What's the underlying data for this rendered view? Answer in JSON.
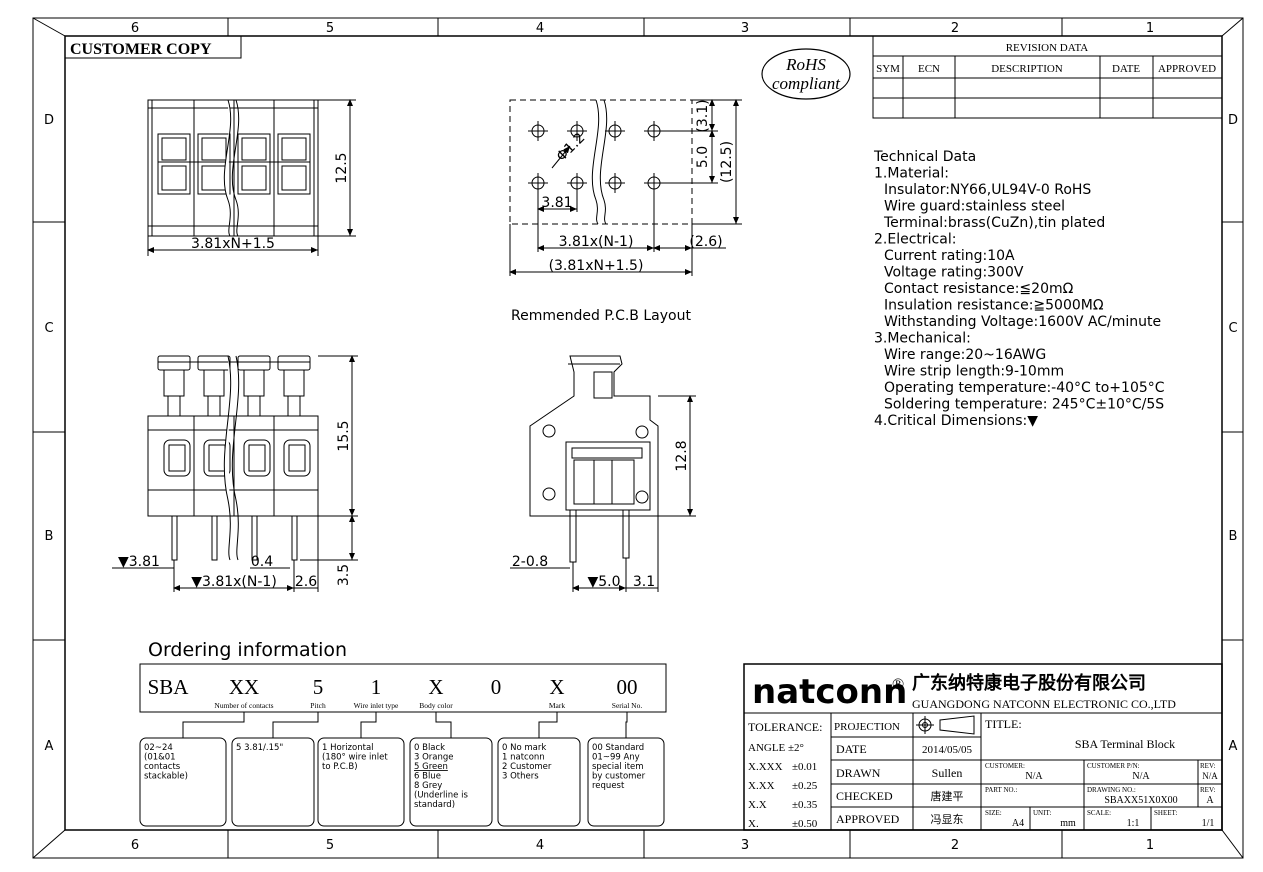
{
  "zones": {
    "cols": [
      "6",
      "5",
      "4",
      "3",
      "2",
      "1"
    ],
    "rows": [
      "D",
      "C",
      "B",
      "A"
    ]
  },
  "customer_copy": "CUSTOMER COPY",
  "rohs": {
    "line1": "RoHS",
    "line2": "compliant"
  },
  "revision": {
    "title": "REVISION DATA",
    "headers": [
      "SYM",
      "ECN",
      "DESCRIPTION",
      "DATE",
      "APPROVED"
    ]
  },
  "technical_data": [
    "Technical Data",
    "1.Material:",
    "  Insulator:NY66,UL94V-0 RoHS",
    "  Wire guard:stainless steel",
    "  Terminal:brass(CuZn),tin plated",
    "2.Electrical:",
    "  Current rating:10A",
    "  Voltage rating:300V",
    "  Contact resistance:≦20mΩ",
    "  Insulation resistance:≧5000MΩ",
    "  Withstanding Voltage:1600V AC/minute",
    "3.Mechanical:",
    "  Wire range:20~16AWG",
    "  Wire strip length:9-10mm",
    "  Operating temperature:-40°C to+105°C",
    "  Soldering temperature: 245°C±10°C/5S",
    "4.Critical Dimensions:▼"
  ],
  "dims": {
    "top_width": "3.81xN+1.5",
    "top_height": "12.5",
    "pcb_hole": "Φ1.2",
    "pcb_31": "(3.1)",
    "pcb_50": "5.0",
    "pcb_125": "(12.5)",
    "pcb_381": "3.81",
    "pcb_pitch": "3.81x(N-1)",
    "pcb_26": "(2.6)",
    "pcb_total": "(3.81xN+1.5)",
    "pcb_caption": "Remmended P.C.B Layout",
    "front_155": "15.5",
    "front_35": "3.5",
    "front_381": "▼3.81",
    "front_04": "0.4",
    "front_pitch": "▼3.81x(N-1)",
    "front_26": "2.6",
    "side_128": "12.8",
    "side_208": "2-0.8",
    "side_50": "▼5.0",
    "side_31": "3.1"
  },
  "ordering": {
    "title": "Ordering information",
    "codes": [
      "SBA",
      "XX",
      "5",
      "1",
      "X",
      "0",
      "X",
      "00"
    ],
    "labels": [
      "",
      "Number of contacts",
      "Pitch",
      "Wire inlet type",
      "Body color",
      "",
      "Mark",
      "Serial No."
    ],
    "boxes": [
      [
        "02~24",
        "(01&01",
        "contacts",
        "stackable)"
      ],
      [
        "5  3.81/.15\""
      ],
      [
        "1 Horizontal",
        "(180° wire inlet",
        "to P.C.B)"
      ],
      [
        "0 Black",
        "3 Orange",
        "5 Green",
        "6 Blue",
        "8 Grey",
        "(Underline is",
        "standard)"
      ],
      [
        "0 No mark",
        "1 natconn",
        "2 Customer",
        "3 Others"
      ],
      [
        "00 Standard",
        "01~99 Any",
        "special item",
        "by customer",
        "request"
      ]
    ]
  },
  "titleblock": {
    "brand": "natconn",
    "reg": "®",
    "company_cn": "广东纳特康电子股份有限公司",
    "company_en": "GUANGDONG NATCONN ELECTRONIC CO.,LTD",
    "tolerance_label": "TOLERANCE:",
    "tolerances": [
      [
        "ANGLE ±2°",
        ""
      ],
      [
        "X.XXX",
        "±0.01"
      ],
      [
        "X.XX",
        "±0.25"
      ],
      [
        "X.X",
        "±0.35"
      ],
      [
        "X.",
        "±0.50"
      ]
    ],
    "projection": "PROJECTION",
    "date_label": "DATE",
    "date": "2014/05/05",
    "drawn_label": "DRAWN",
    "drawn": "Sullen",
    "checked_label": "CHECKED",
    "checked": "唐建平",
    "approved_label": "APPROVED",
    "approved": "冯显东",
    "title_label": "TITLE:",
    "title": "SBA  Terminal Block",
    "customer_label": "CUSTOMER:",
    "customer": "N/A",
    "customer_pn_label": "CUSTOMER P/N:",
    "customer_pn": "N/A",
    "rev_label": "REV:",
    "rev1": "N/A",
    "part_no_label": "PART NO.:",
    "drawing_no_label": "DRAWING NO.:",
    "drawing_no": "SBAXX51X0X00",
    "rev2": "A",
    "size_label": "SIZE:",
    "size": "A4",
    "unit_label": "UNIT:",
    "unit": "mm",
    "scale_label": "SCALE:",
    "scale": "1:1",
    "sheet_label": "SHEET:",
    "sheet": "1/1"
  }
}
